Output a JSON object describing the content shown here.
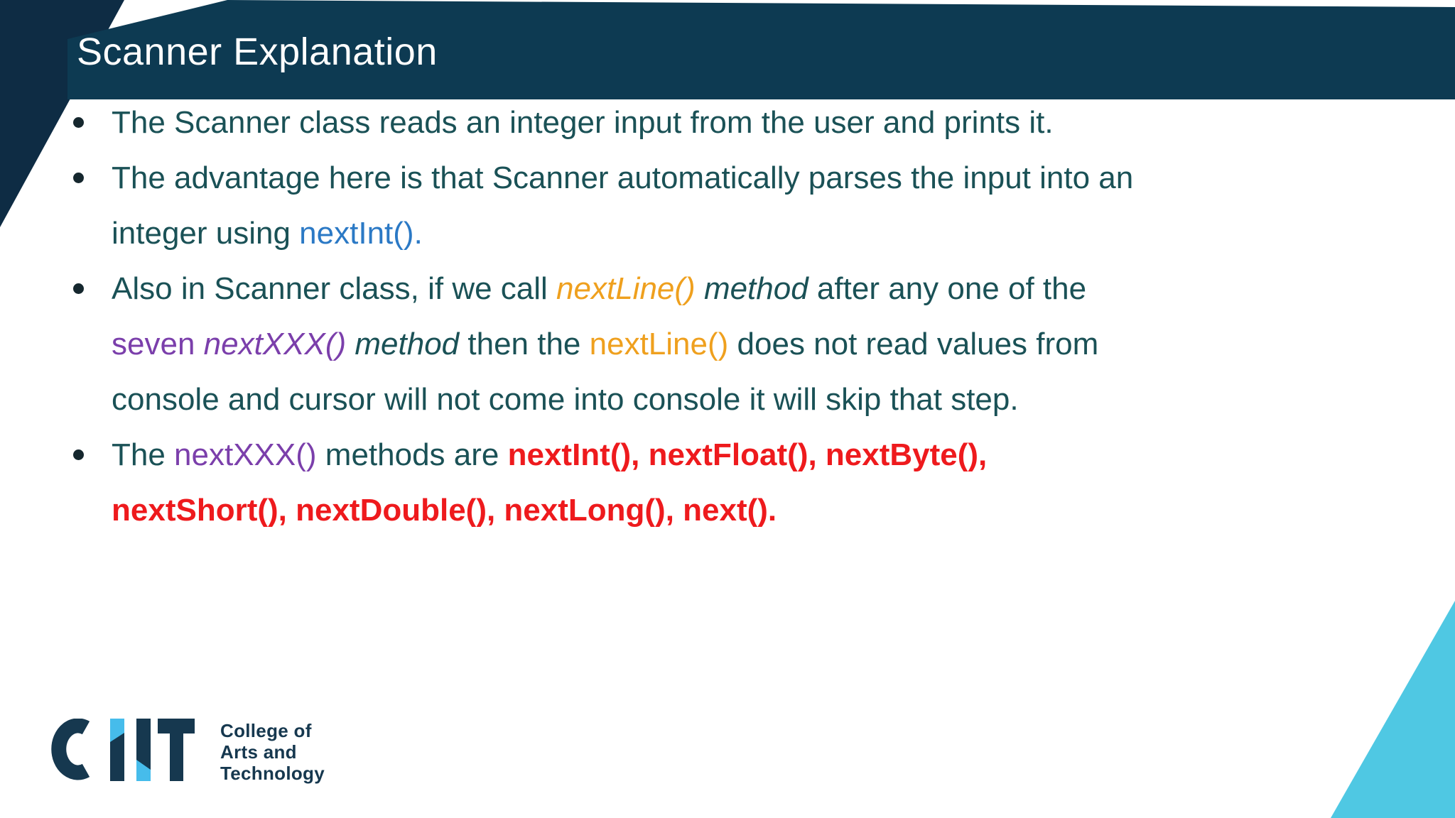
{
  "slide": {
    "title": "Scanner Explanation",
    "bullets": [
      {
        "runs": [
          {
            "t": "The Scanner class reads an integer input from the user and prints it.",
            "s": "teal"
          }
        ]
      },
      {
        "runs": [
          {
            "t": "The advantage here is that Scanner automatically parses the input into an\ninteger using ",
            "s": "teal"
          },
          {
            "t": "nextInt().",
            "s": "blue"
          }
        ]
      },
      {
        "runs": [
          {
            "t": "Also in Scanner class, if we call ",
            "s": "teal"
          },
          {
            "t": "nextLine() ",
            "s": "orange-italic"
          },
          {
            "t": "method ",
            "s": "teal-italic"
          },
          {
            "t": "after any one of the\n",
            "s": "teal"
          },
          {
            "t": "seven ",
            "s": "purple"
          },
          {
            "t": "nextXXX() ",
            "s": "purple-italic"
          },
          {
            "t": "method ",
            "s": "teal-italic"
          },
          {
            "t": "then the ",
            "s": "teal"
          },
          {
            "t": "nextLine() ",
            "s": "orange"
          },
          {
            "t": "does not read values from\nconsole and cursor will not come into console it will skip that step.",
            "s": "teal"
          }
        ]
      },
      {
        "runs": [
          {
            "t": "The ",
            "s": "teal"
          },
          {
            "t": "nextXXX() ",
            "s": "purple"
          },
          {
            "t": "methods are ",
            "s": "teal"
          },
          {
            "t": "nextInt(), nextFloat(), nextByte(),\nnextShort(), nextDouble(), nextLong(), next().",
            "s": "red-bold"
          }
        ]
      }
    ]
  },
  "logo": {
    "name": "CIIT",
    "line1": "College of",
    "line2": "Arts and",
    "line3": "Technology"
  },
  "colors": {
    "band": "#0d3a52",
    "corner": "#0e2c44",
    "teal": "#1a5156",
    "blue": "#2b79c5",
    "orange": "#efa01e",
    "purple": "#7b3fab",
    "red": "#ee1a1d",
    "cyan": "#4fc8e3",
    "logoNavy": "#16384f",
    "logoCyan": "#46bceb",
    "titleColor": "#ffffff",
    "dot": "#15272e"
  }
}
